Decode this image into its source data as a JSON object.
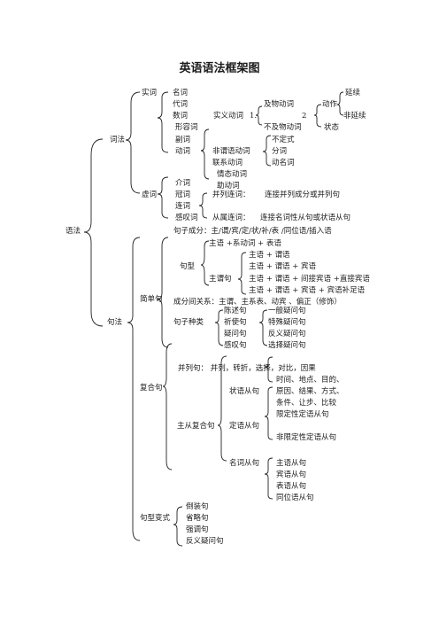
{
  "title": "英语语法框架图",
  "root": "语法",
  "cifa": {
    "label": "词法",
    "shici": {
      "label": "实词",
      "items": [
        "名词",
        "代词",
        "数词",
        "形容词",
        "副词",
        "动词"
      ],
      "shiyi": {
        "label": "实义动词",
        "num1": "1.",
        "num2": "2",
        "wuji": "及物动词",
        "buji": "不及物动词",
        "dongzuo": "动作",
        "yanxu": "延续",
        "feiyanxu": "非延续",
        "zhuangtai": "状态"
      },
      "feiwei": {
        "label": "非谓语动词",
        "items": [
          "不定式",
          "分词",
          "动名词"
        ]
      },
      "lianxi": "联系动词",
      "qingtai": "情态动词",
      "zhudong": "助动词"
    },
    "xuci": {
      "label": "虚词",
      "items": [
        "介词",
        "冠词",
        "连词",
        "感叹词"
      ],
      "binglie_label": "并列连词：",
      "binglie_desc": "连接并列成分或并列句",
      "congshu_label": "从属连词：",
      "congshu_desc": "连接名词性从句或状语从句"
    }
  },
  "jufa": {
    "label": "句法",
    "jiandan": {
      "label": "简单句",
      "juzi_chengfen": "句子成分：主/谓/宾/定/状/补/表 /同位语/插入语",
      "juxing": {
        "label": "句型",
        "zhuxi": "主语 +系动词 + 表语",
        "zhuwei": {
          "label": "主谓句",
          "items": [
            "主语 + 谓语",
            "主语 + 谓语 + 宾语",
            "主语 + 谓语 + 间接宾语 +直接宾语",
            "主语 + 谓语 + 宾语 + 宾语补足语"
          ]
        }
      },
      "guanxi": "成分间关系：主谓、主系表、动宾 、偏正（修饰）",
      "zhonglei": {
        "label": "句子种类",
        "types": [
          "陈述句",
          "祈使句",
          "疑问句",
          "感叹句"
        ],
        "yiwen": [
          "一般疑问句",
          "特殊疑问句",
          "反义疑问句",
          "选择疑问句"
        ]
      }
    },
    "fuhe": {
      "label": "复合句",
      "binglieju": "并列句：    并列，转折，选择，对比，因果",
      "zhucong": {
        "label": "主从复合句",
        "zhuangyu": {
          "label": "状语从句",
          "items": [
            "时间、地点、目的、",
            "原因、结果、方式、",
            "条件、让步、比较"
          ]
        },
        "dingyu": {
          "label": "定语从句",
          "items": [
            "限定性定语从句",
            "非限定性定语从句"
          ]
        },
        "mingci": {
          "label": "名词从句",
          "items": [
            "主语从句",
            "宾语从句",
            "表语从句",
            "同位语从句"
          ]
        }
      }
    },
    "bianshi": {
      "label": "句型变式",
      "items": [
        "倒装句",
        "省略句",
        "强调句",
        "反义疑问句"
      ]
    }
  }
}
